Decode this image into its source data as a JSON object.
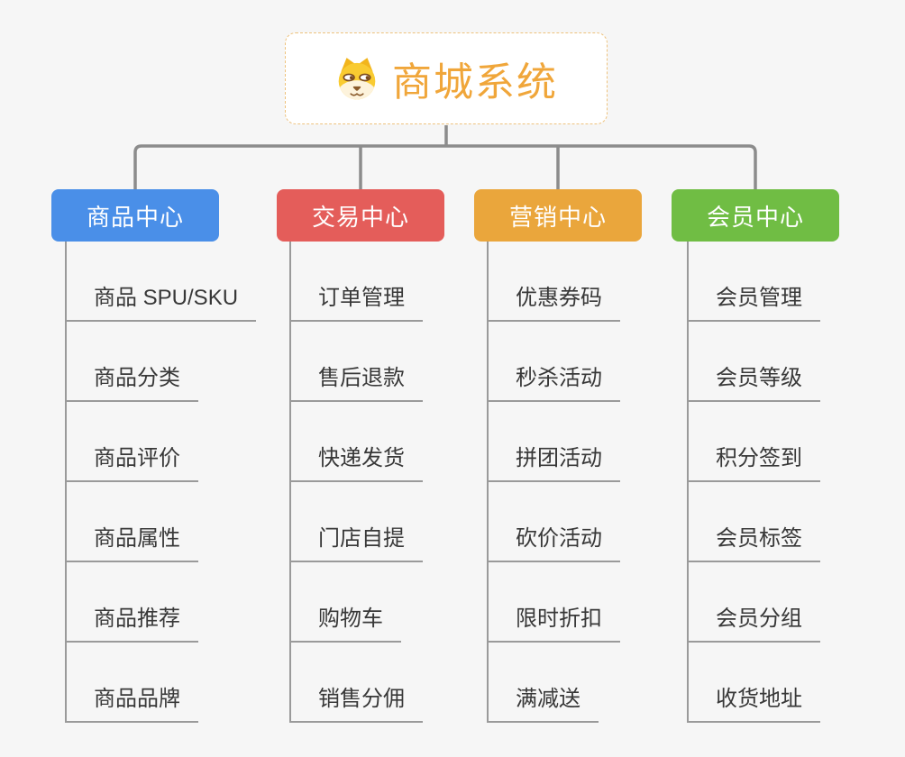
{
  "root": {
    "title": "商城系统",
    "icon": "dog-icon"
  },
  "branches": [
    {
      "label": "商品中心",
      "color": "#4a8fe8",
      "items": [
        "商品 SPU/SKU",
        "商品分类",
        "商品评价",
        "商品属性",
        "商品推荐",
        "商品品牌"
      ]
    },
    {
      "label": "交易中心",
      "color": "#e45d5a",
      "items": [
        "订单管理",
        "售后退款",
        "快递发货",
        "门店自提",
        "购物车",
        "销售分佣"
      ]
    },
    {
      "label": "营销中心",
      "color": "#eaa63c",
      "items": [
        "优惠券码",
        "秒杀活动",
        "拼团活动",
        "砍价活动",
        "限时折扣",
        "满减送"
      ]
    },
    {
      "label": "会员中心",
      "color": "#70bd44",
      "items": [
        "会员管理",
        "会员等级",
        "积分签到",
        "会员标签",
        "会员分组",
        "收货地址"
      ]
    }
  ],
  "colors": {
    "background": "#f6f6f6",
    "root_text": "#f0a63a",
    "root_border": "#eec27d",
    "connector_main": "#8c8c8c",
    "connector_sub": "#9a9a9a",
    "item_text": "#383838"
  }
}
